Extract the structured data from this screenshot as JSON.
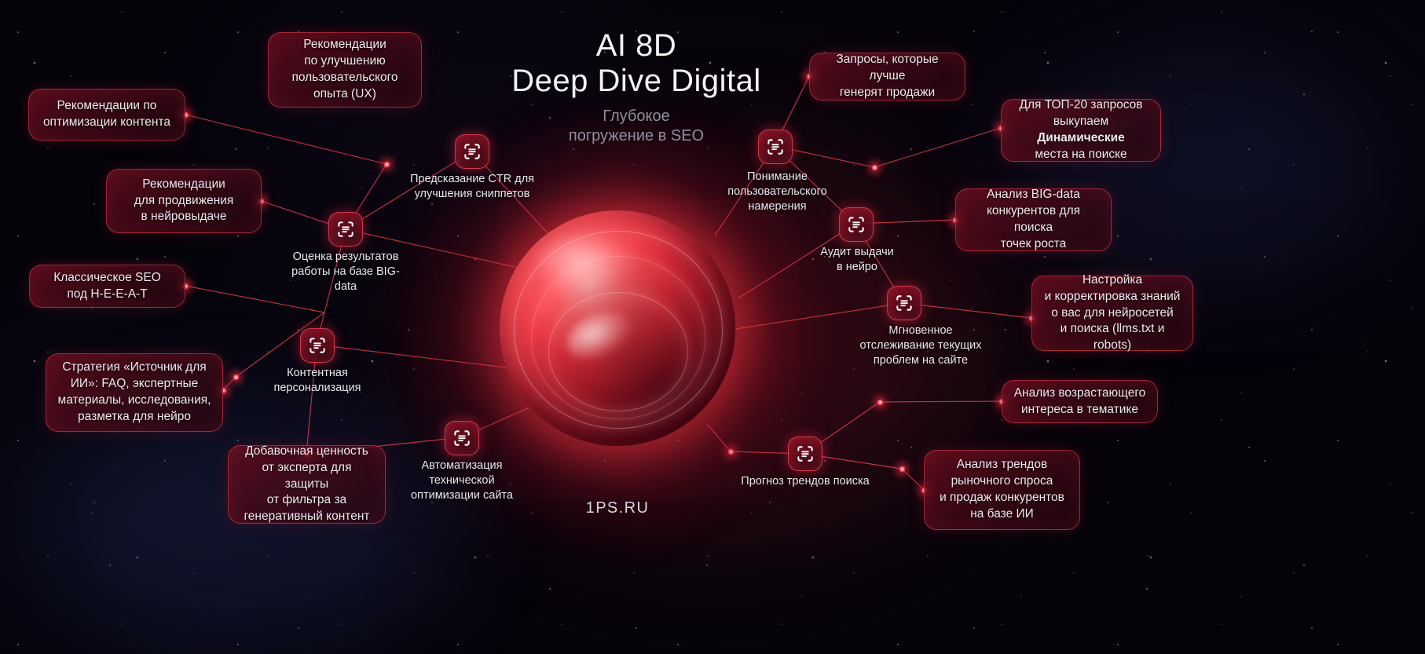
{
  "title": {
    "line1": "AI 8D",
    "line2": "Deep Dive Digital",
    "subtitle": "Глубокое\nпогружение в SEO"
  },
  "brand": "1PS.RU",
  "colors": {
    "accent": "#e03b4c",
    "card_border": "#e03c4e",
    "card_fill": "#680e1e",
    "sphere": "#f0343f",
    "text": "#eceaef",
    "subtitle": "#8d8f9c",
    "background": "#04030a"
  },
  "cards": [
    {
      "id": "content-optimization",
      "text": "Рекомендации по\nоптимизации контента"
    },
    {
      "id": "ux-improvement",
      "text": "Рекомендации\nпо улучшению\nпользовательского\nопыта (UX)"
    },
    {
      "id": "neuro-serp-promotion",
      "text": "Рекомендации\nдля продвижения\nв нейровыдаче"
    },
    {
      "id": "classic-seo-eeat",
      "text": "Классическое SEO\nпод H-E-E-A-T"
    },
    {
      "id": "ai-source-strategy",
      "text": "Стратегия «Источник для\nИИ»: FAQ, экспертные\nматериалы, исследования,\nразметка для нейро"
    },
    {
      "id": "expert-added-value",
      "text": "Добавочная ценность\nот эксперта для защиты\nот фильтра за\nгенеративный контент"
    },
    {
      "id": "sales-generating-queries",
      "text": "Запросы, которые лучше\nгенерят продажи"
    },
    {
      "id": "top20-dynamic-places",
      "text": "Для ТОП-20 запросов\nвыкупаем Динамические\nместа на поиске",
      "bold_word": "Динамические"
    },
    {
      "id": "bigdata-competitor-analysis",
      "text": "Анализ BIG-data\nконкурентов для поиска\nточек роста"
    },
    {
      "id": "llms-txt-tuning",
      "text": "Настройка\nи корректировка знаний\nо вас для нейросетей\nи поиска (llms.txt и robots)"
    },
    {
      "id": "growing-interest-analysis",
      "text": "Анализ возрастающего\nинтереса в тематике"
    },
    {
      "id": "market-trends-analysis",
      "text": "Анализ трендов\nрыночного спроса\nи продаж конкурентов\nна базе ИИ"
    }
  ],
  "nodes": [
    {
      "id": "ctr-prediction",
      "icon": "scan-document-icon",
      "label": "Предсказание CTR для\nулучшения сниппетов"
    },
    {
      "id": "bigdata-results-evaluation",
      "icon": "scan-document-icon",
      "label": "Оценка результатов\nработы на базе BIG-\ndata"
    },
    {
      "id": "content-personalization",
      "icon": "scan-document-icon",
      "label": "Контентная\nперсонализация"
    },
    {
      "id": "technical-optimization-automation",
      "icon": "scan-document-icon",
      "label": "Автоматизация\nтехнической\nоптимизации сайта"
    },
    {
      "id": "user-intent-understanding",
      "icon": "scan-document-icon",
      "label": "Понимание\nпользовательского\nнамерения"
    },
    {
      "id": "neuro-serp-audit",
      "icon": "scan-document-icon",
      "label": "Аудит выдачи\nв нейро"
    },
    {
      "id": "instant-issue-tracking",
      "icon": "scan-document-icon",
      "label": "Мгновенное\nотслеживание текущих\nпроблем на сайте"
    },
    {
      "id": "search-trends-forecast",
      "icon": "scan-document-icon",
      "label": "Прогноз трендов поиска"
    }
  ]
}
